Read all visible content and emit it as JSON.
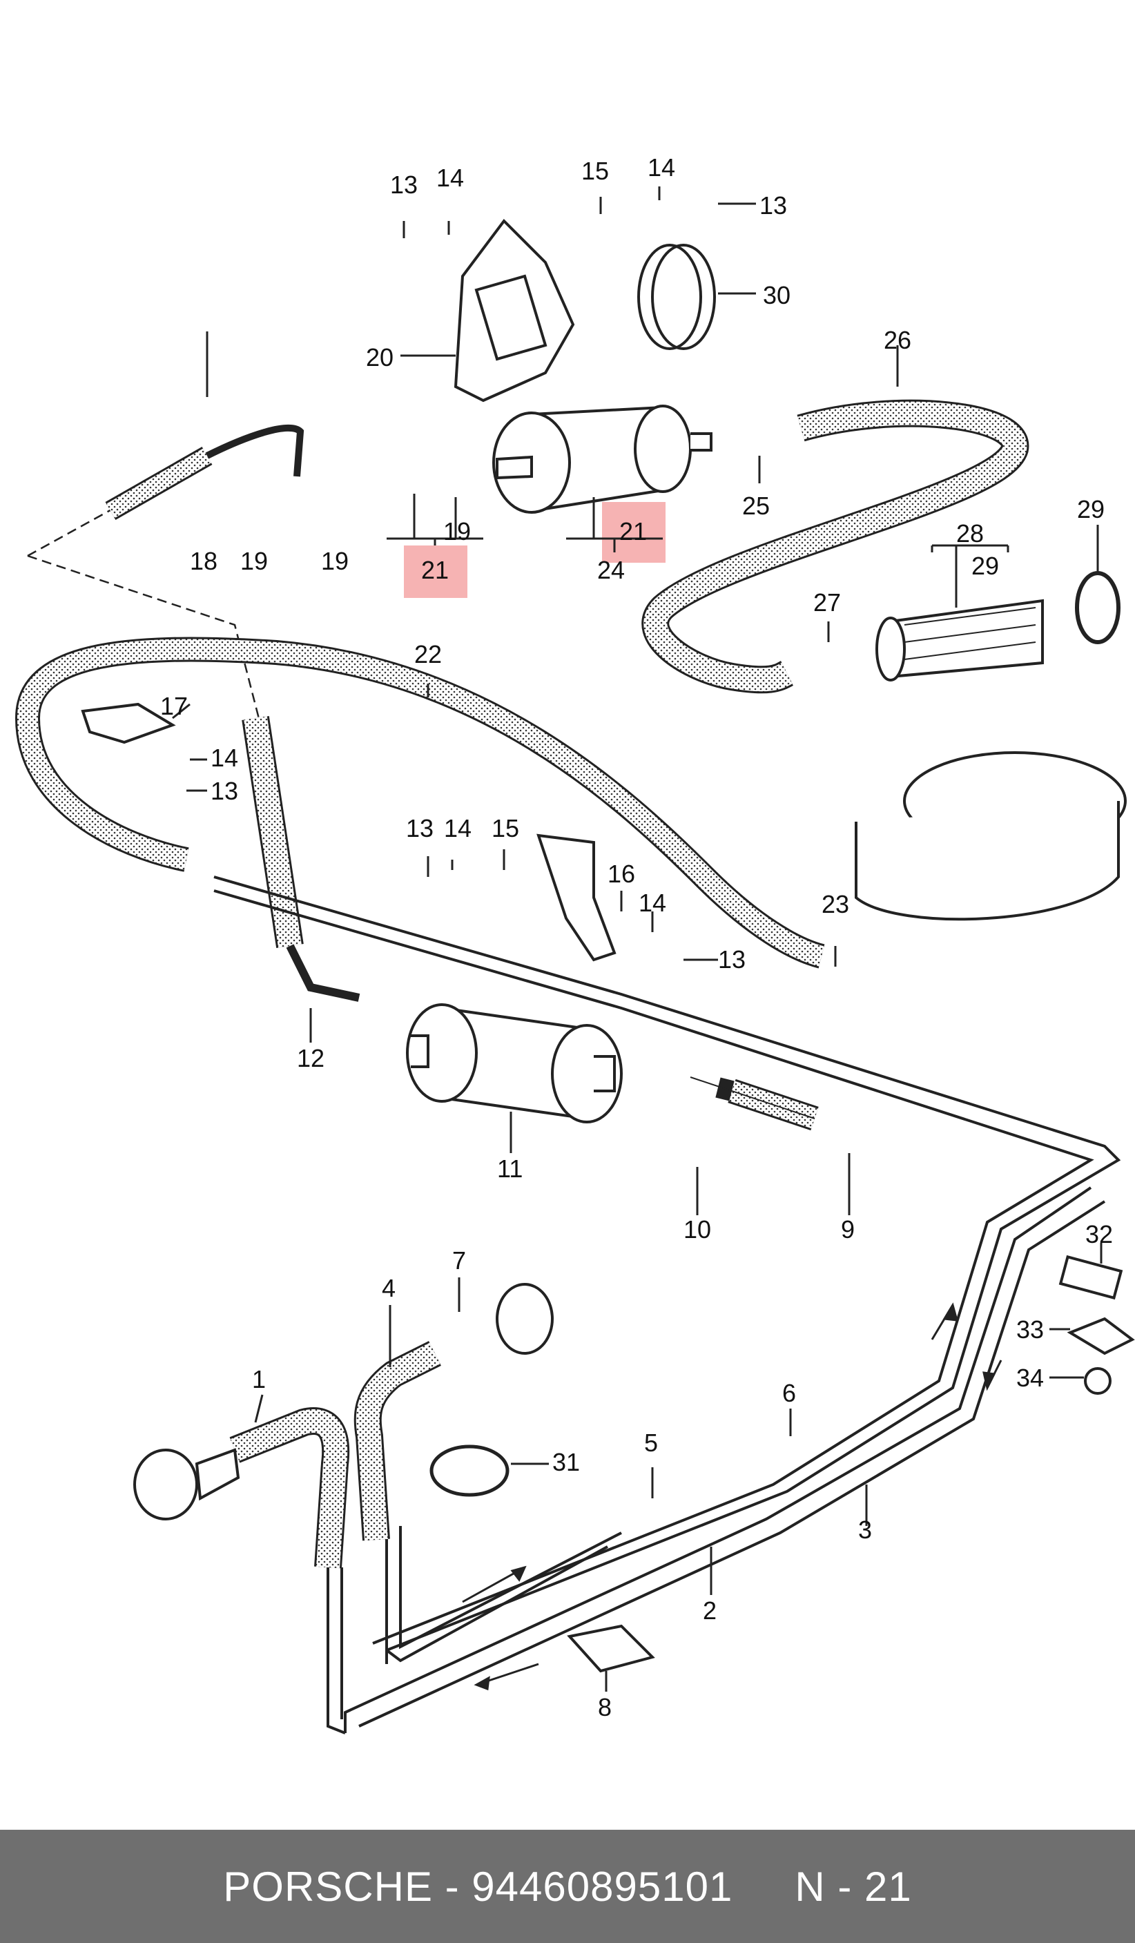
{
  "diagram": {
    "labels": {
      "l1": "1",
      "l2": "2",
      "l3": "3",
      "l4": "4",
      "l5": "5",
      "l6": "6",
      "l7": "7",
      "l8": "8",
      "l9": "9",
      "l10": "10",
      "l11": "11",
      "l12": "12",
      "l13a": "13",
      "l13b": "13",
      "l13c": "13",
      "l13d": "13",
      "l13e": "13",
      "l14a": "14",
      "l14b": "14",
      "l14c": "14",
      "l14d": "14",
      "l14e": "14",
      "l15a": "15",
      "l15b": "15",
      "l16": "16",
      "l17": "17",
      "l18": "18",
      "l19a": "19",
      "l19b": "19",
      "l19c": "19",
      "l20": "20",
      "l21a": "21",
      "l21b": "21",
      "l22": "22",
      "l23": "23",
      "l24": "24",
      "l25": "25",
      "l26": "26",
      "l27": "27",
      "l28": "28",
      "l29a": "29",
      "l29b": "29",
      "l30": "30",
      "l31": "31",
      "l32": "32",
      "l33": "33",
      "l34": "34"
    },
    "highlight_color": "#f4a6a6",
    "hose_color": "#222222"
  },
  "footer": {
    "brand": "PORSCHE",
    "separator": " - ",
    "part_number": "94460895101",
    "page": "N - 21"
  }
}
